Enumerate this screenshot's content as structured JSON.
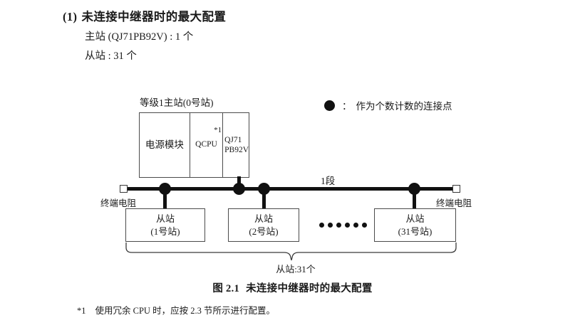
{
  "heading": {
    "number": "(1)",
    "title": "未连接中继器时的最大配置"
  },
  "specs": [
    {
      "text": "主站 (QJ71PB92V) : 1 个"
    },
    {
      "text": "从站 : 31 个"
    }
  ],
  "legend": {
    "symbol": "filled-circle",
    "colon": "：",
    "text": "作为个数计数的连接点"
  },
  "diagram": {
    "master_caption": "等级1主站(0号站)",
    "rack": {
      "power_module": "电源模块",
      "cpu": "QCPU",
      "cpu_footnote_mark": "*1",
      "network_line1": "QJ71",
      "network_line2": "PB92V"
    },
    "segment_label": "1段",
    "terminator_left": "终端电阻",
    "terminator_right": "终端电阻",
    "slaves": [
      {
        "name": "从站",
        "station": "(1号站)"
      },
      {
        "name": "从站",
        "station": "(2号站)"
      },
      {
        "name": "从站",
        "station": "(31号站)"
      }
    ],
    "ellipsis_dot_count": 6,
    "brace_label": "从站:31个"
  },
  "figure_caption": {
    "number": "图 2.1",
    "title": "未连接中继器时的最大配置"
  },
  "footnote": {
    "mark": "*1",
    "text": "使用冗余 CPU 时，应按 2.3 节所示进行配置。"
  }
}
